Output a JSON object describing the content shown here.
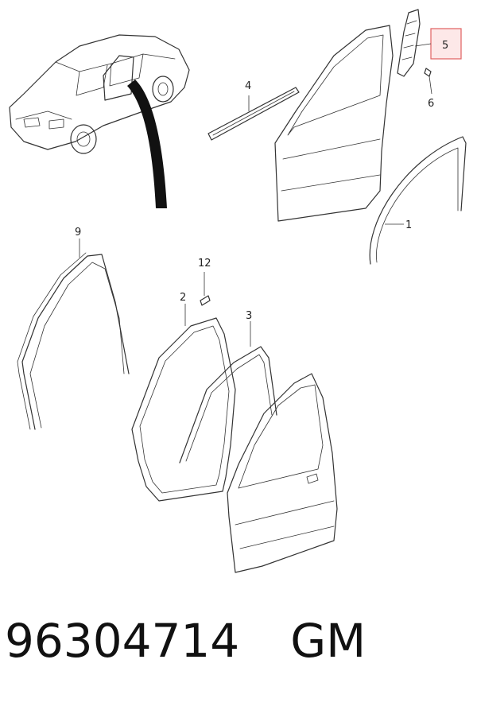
{
  "callouts": {
    "p1": "1",
    "p2": "2",
    "p3": "3",
    "p4": "4",
    "p5": "5",
    "p6": "6",
    "p9": "9",
    "p12": "12"
  },
  "footer": {
    "part_number": "96304714",
    "brand": "GM"
  },
  "colors": {
    "highlight_box": "#e06060",
    "highlight_fill": "#fde8e8",
    "line": "#333333"
  }
}
